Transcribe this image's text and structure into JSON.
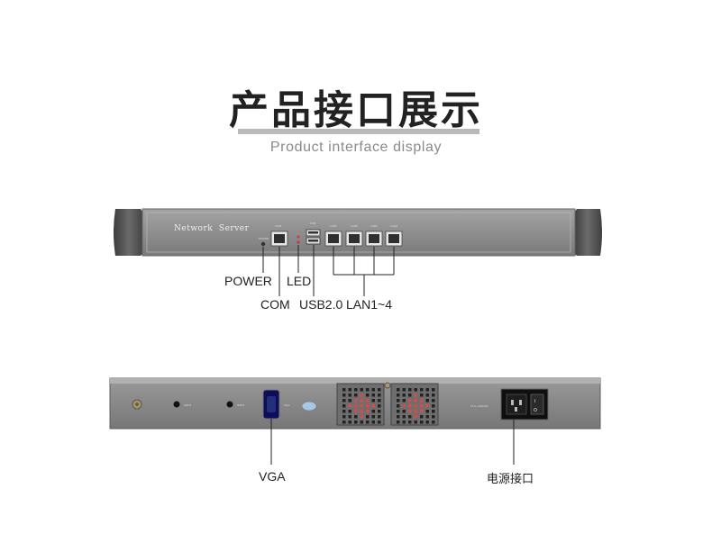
{
  "heading": {
    "title": "产品接口展示",
    "subtitle": "Product interface display"
  },
  "front_panel": {
    "brand_text": "Network  Server",
    "callouts": [
      "POWER",
      "COM",
      "LED",
      "USB2.0",
      "LAN1~4"
    ]
  },
  "rear_panel": {
    "callouts": [
      "VGA",
      "电源接口"
    ]
  }
}
